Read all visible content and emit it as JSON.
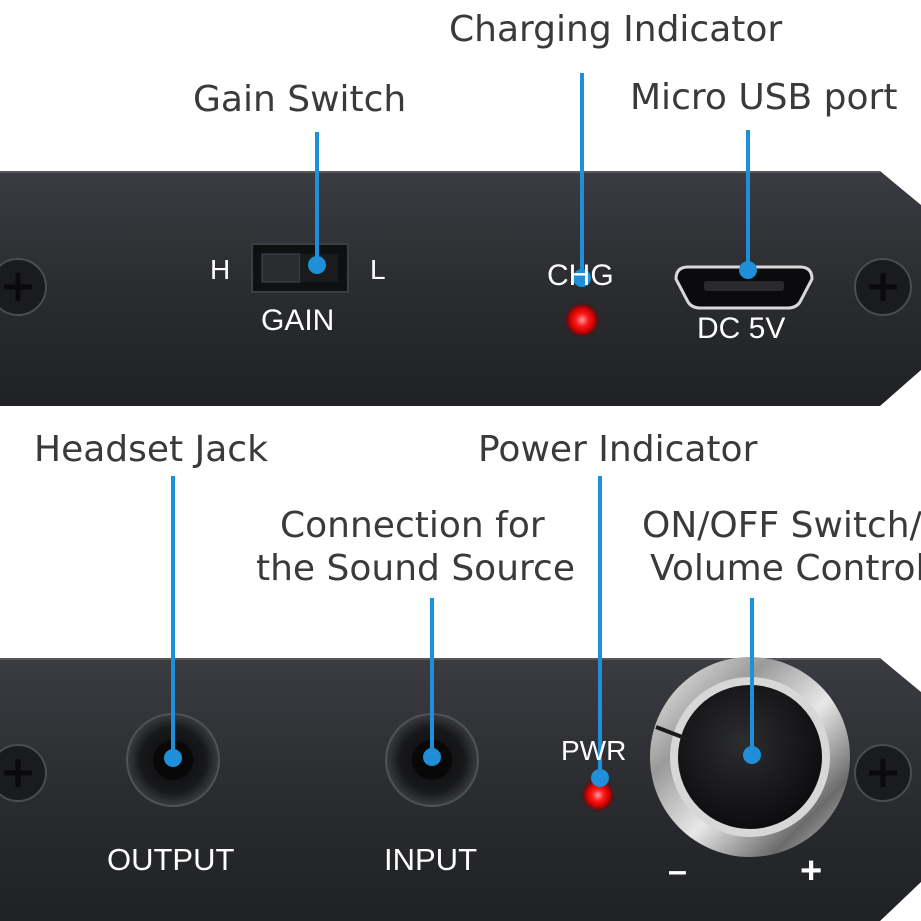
{
  "callouts": {
    "charging_indicator": "Charging Indicator",
    "gain_switch": "Gain Switch",
    "micro_usb_port": "Micro USB port",
    "headset_jack": "Headset Jack",
    "power_indicator": "Power Indicator",
    "sound_source_line1": "Connection for",
    "sound_source_line2": "the Sound Source",
    "onoff_line1": "ON/OFF Switch/",
    "onoff_line2": "Volume Control"
  },
  "top_panel": {
    "gain_high": "H",
    "gain_low": "L",
    "gain_label": "GAIN",
    "chg_label": "CHG",
    "dc_label": "DC 5V"
  },
  "bottom_panel": {
    "output_label": "OUTPUT",
    "input_label": "INPUT",
    "pwr_label": "PWR",
    "minus_label": "–",
    "plus_label": "+"
  },
  "colors": {
    "panel": "#2a2c30",
    "callout_line": "#1e8fd8",
    "led_red": "#ff1a1a"
  }
}
